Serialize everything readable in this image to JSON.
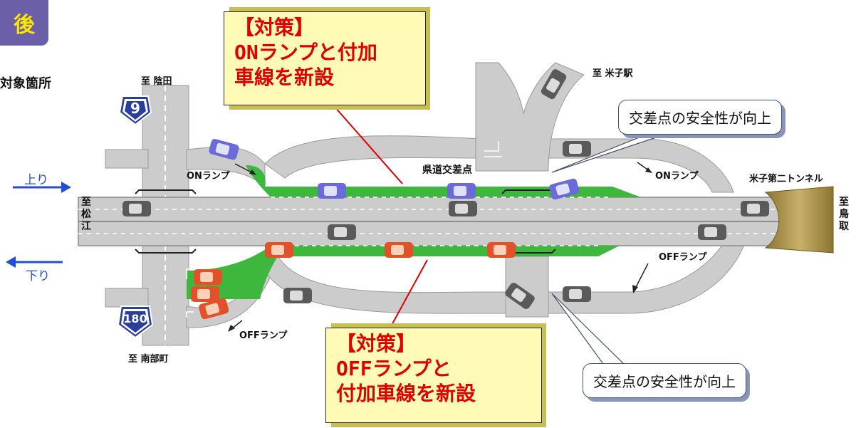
{
  "badge": {
    "text": "後"
  },
  "side_label": "対象箇所",
  "directions": {
    "up": "上り",
    "down": "下り"
  },
  "places": {
    "north_left": "至 陰田",
    "north_right": "至 米子駅",
    "south_left": "至 南部町",
    "west": "至松江",
    "east": "至鳥取",
    "tunnel": "米子第二トンネル",
    "intersection": "県道交差点"
  },
  "route_shields": {
    "top": "9",
    "bottom": "180"
  },
  "ramps": {
    "on_left": "ONランプ",
    "on_right": "ONランプ",
    "off_left": "OFFランプ",
    "off_right": "OFFランプ"
  },
  "callouts": {
    "top": [
      "【対策】",
      "ONランプと付加",
      "車線を新設"
    ],
    "bottom": [
      "【対策】",
      "OFFランプと",
      "付加車線を新設"
    ]
  },
  "bubbles": {
    "top": "交差点の安全性が向上",
    "bottom": "交差点の安全性が向上"
  },
  "colors": {
    "road": "#cccccc",
    "road_edge": "#9a9a9a",
    "added_lane": "#3db83d",
    "tunnel": "#b39a48",
    "callout_fill": "#fffbb7",
    "callout_text": "#e00000",
    "badge": "#6a5fa8",
    "car_white": "#5a5a5a",
    "car_blue": "#6a6ad8",
    "car_red": "#e2522a"
  }
}
